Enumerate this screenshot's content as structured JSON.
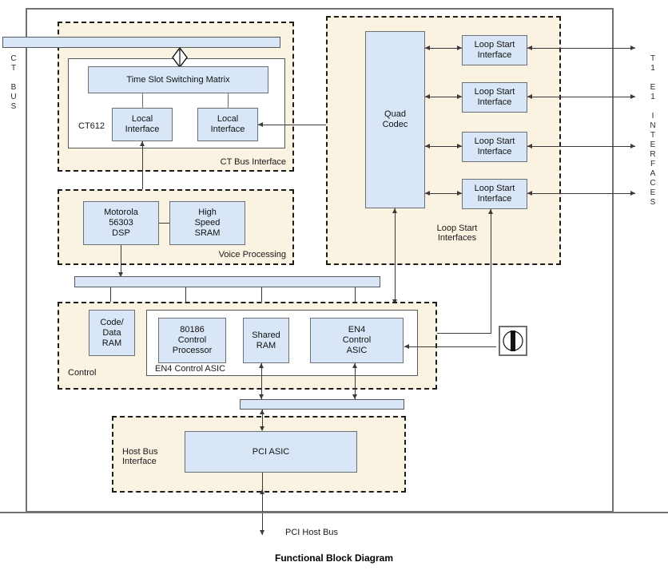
{
  "diagram": {
    "title": "Functional Block Diagram",
    "edge_labels": {
      "left": "C\nT\n\nB\nU\nS",
      "right": "T\n1\n\nE\n1\n\nI\nN\nT\nE\nR\nF\nA\nC\nE\nS"
    },
    "bottom_connection": "PCI Host Bus",
    "groups": {
      "ct_bus_interface": {
        "label": "CT Bus Interface"
      },
      "voice_processing": {
        "label": "Voice Processing"
      },
      "loop_start_interfaces": {
        "label": "Loop Start\nInterfaces"
      },
      "control": {
        "label": "Control"
      },
      "host_bus_interface": {
        "label": "Host Bus\nInterface"
      }
    },
    "enclosures": {
      "ct612": {
        "label": "CT612"
      },
      "en4_control_asic": {
        "label": "EN4 Control ASIC"
      }
    },
    "blocks": {
      "time_slot_switching_matrix": {
        "label": "Time Slot Switching Matrix"
      },
      "local_interface_a": {
        "label": "Local\nInterface"
      },
      "local_interface_b": {
        "label": "Local\nInterface"
      },
      "motorola_dsp": {
        "label": "Motorola\n56303\nDSP"
      },
      "high_speed_sram": {
        "label": "High\nSpeed\nSRAM"
      },
      "quad_codec": {
        "label": "Quad\nCodec"
      },
      "loop_start_1": {
        "label": "Loop Start\nInterface"
      },
      "loop_start_2": {
        "label": "Loop Start\nInterface"
      },
      "loop_start_3": {
        "label": "Loop Start\nInterface"
      },
      "loop_start_4": {
        "label": "Loop Start\nInterface"
      },
      "code_data_ram": {
        "label": "Code/\nData\nRAM"
      },
      "control_processor": {
        "label": "80186\nControl\nProcessor"
      },
      "shared_ram": {
        "label": "Shared\nRAM"
      },
      "en4_control_asic_block": {
        "label": "EN4\nControl\nASIC"
      },
      "pci_asic": {
        "label": "PCI ASIC"
      }
    },
    "icons": {
      "bus_coupler": "diamond-coupler-icon",
      "line_connector": "rj-jack-connector-icon"
    },
    "colors": {
      "block_fill": "#d8e6f7",
      "block_stroke": "#6b7075",
      "group_fill": "#faf3e2",
      "group_stroke": "#1d1d1d",
      "chassis_stroke": "#6e7275",
      "line": "#3a3a3a",
      "background": "#ffffff"
    }
  }
}
